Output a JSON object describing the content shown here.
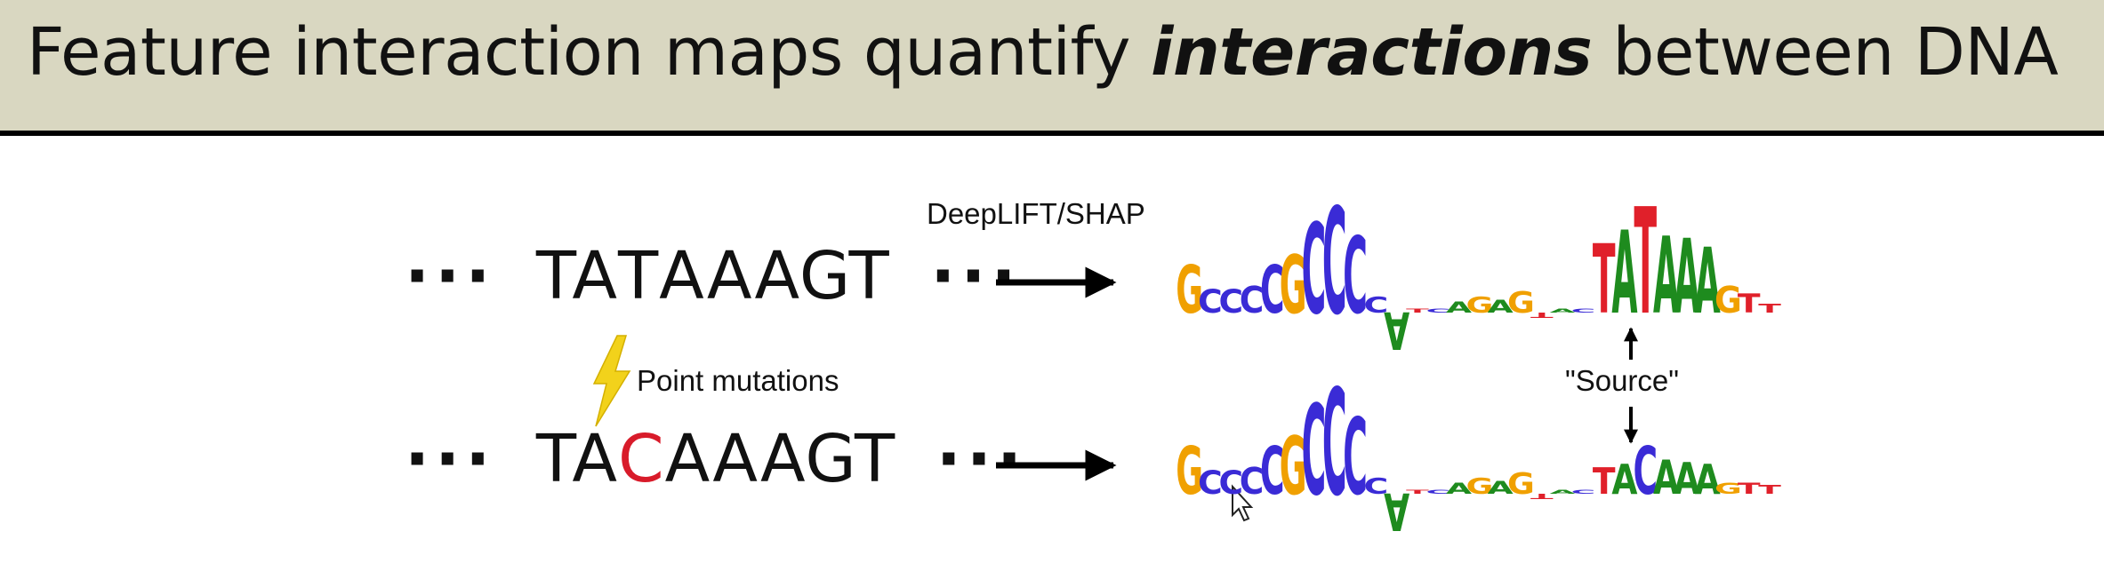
{
  "title": {
    "before": "Feature interaction maps quantify ",
    "emphasis": "interactions",
    "after": " between DNA"
  },
  "rows": [
    {
      "prefix": "···",
      "seq_before": "TA",
      "seq_variant": "T",
      "seq_after": "AAAGT",
      "suffix": "···"
    },
    {
      "prefix": "···",
      "seq_before": "TA",
      "seq_variant": "C",
      "seq_after": "AAAGT",
      "suffix": "···"
    }
  ],
  "labels": {
    "method": "DeepLIFT/SHAP",
    "mutation": "Point mutations",
    "source": "\"Source\""
  },
  "colors": {
    "A": "#1e8b1e",
    "C": "#3a2bd6",
    "G": "#f0a000",
    "T": "#e0202a",
    "mutation": "#d81b2a",
    "bolt": "#f2d21b",
    "title_bg": "#d9d7c1"
  },
  "logos": [
    {
      "name": "reference",
      "letters": [
        {
          "b": "G",
          "h": 0.45
        },
        {
          "b": "C",
          "h": 0.22
        },
        {
          "b": "C",
          "h": 0.22
        },
        {
          "b": "C",
          "h": 0.25
        },
        {
          "b": "C",
          "h": 0.45
        },
        {
          "b": "G",
          "h": 0.55
        },
        {
          "b": "C",
          "h": 0.85
        },
        {
          "b": "C",
          "h": 1.0
        },
        {
          "b": "C",
          "h": 0.72
        },
        {
          "b": "C",
          "h": 0.15
        },
        {
          "b": "A",
          "h": -0.35
        },
        {
          "b": "T",
          "h": 0.04
        },
        {
          "b": "C",
          "h": 0.04
        },
        {
          "b": "A",
          "h": 0.1
        },
        {
          "b": "G",
          "h": 0.15
        },
        {
          "b": "A",
          "h": 0.12
        },
        {
          "b": "G",
          "h": 0.2
        },
        {
          "b": "T",
          "h": -0.05
        },
        {
          "b": "A",
          "h": 0.04
        },
        {
          "b": "C",
          "h": 0.04
        },
        {
          "b": "T",
          "h": 0.65
        },
        {
          "b": "A",
          "h": 0.78
        },
        {
          "b": "T",
          "h": 1.0
        },
        {
          "b": "A",
          "h": 0.72
        },
        {
          "b": "A",
          "h": 0.7
        },
        {
          "b": "A",
          "h": 0.62
        },
        {
          "b": "G",
          "h": 0.25
        },
        {
          "b": "T",
          "h": 0.18
        },
        {
          "b": "T",
          "h": 0.08
        }
      ]
    },
    {
      "name": "mutant",
      "letters": [
        {
          "b": "G",
          "h": 0.45
        },
        {
          "b": "C",
          "h": 0.22
        },
        {
          "b": "C",
          "h": 0.22
        },
        {
          "b": "C",
          "h": 0.25
        },
        {
          "b": "C",
          "h": 0.45
        },
        {
          "b": "G",
          "h": 0.55
        },
        {
          "b": "C",
          "h": 0.85
        },
        {
          "b": "C",
          "h": 1.0
        },
        {
          "b": "C",
          "h": 0.72
        },
        {
          "b": "C",
          "h": 0.15
        },
        {
          "b": "A",
          "h": -0.35
        },
        {
          "b": "T",
          "h": 0.04
        },
        {
          "b": "C",
          "h": 0.04
        },
        {
          "b": "A",
          "h": 0.1
        },
        {
          "b": "G",
          "h": 0.15
        },
        {
          "b": "A",
          "h": 0.12
        },
        {
          "b": "G",
          "h": 0.2
        },
        {
          "b": "T",
          "h": -0.05
        },
        {
          "b": "A",
          "h": 0.04
        },
        {
          "b": "C",
          "h": 0.04
        },
        {
          "b": "T",
          "h": 0.25
        },
        {
          "b": "A",
          "h": 0.28
        },
        {
          "b": "C",
          "h": 0.45
        },
        {
          "b": "A",
          "h": 0.32
        },
        {
          "b": "A",
          "h": 0.3
        },
        {
          "b": "A",
          "h": 0.28
        },
        {
          "b": "G",
          "h": 0.1
        },
        {
          "b": "T",
          "h": 0.1
        },
        {
          "b": "T",
          "h": 0.08
        }
      ]
    }
  ]
}
